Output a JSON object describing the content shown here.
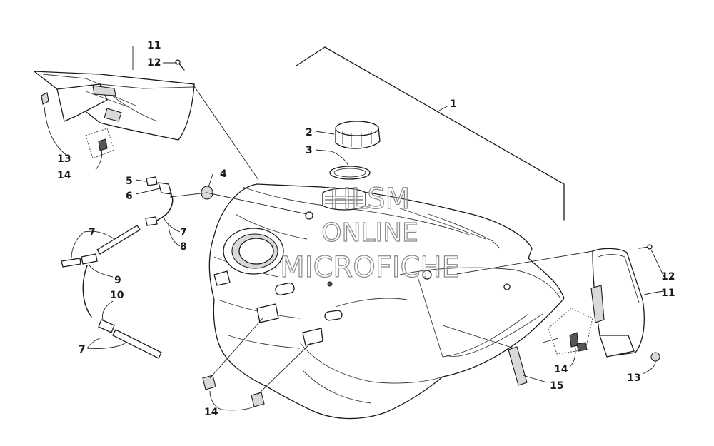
{
  "watermark": {
    "line1": "HLSM",
    "line2": "ONLINE",
    "line3": "MICROFICHE"
  },
  "callouts": {
    "c1": "1",
    "c2": "2",
    "c3": "3",
    "c4": "4",
    "c5": "5",
    "c6": "6",
    "c7a": "7",
    "c7b": "7",
    "c7c": "7",
    "c8": "8",
    "c9": "9",
    "c10": "10",
    "c11a": "11",
    "c11b": "11",
    "c12a": "12",
    "c12b": "12",
    "c13a": "13",
    "c13b": "13",
    "c14a": "14",
    "c14b": "14",
    "c14c": "14",
    "c15": "15"
  }
}
